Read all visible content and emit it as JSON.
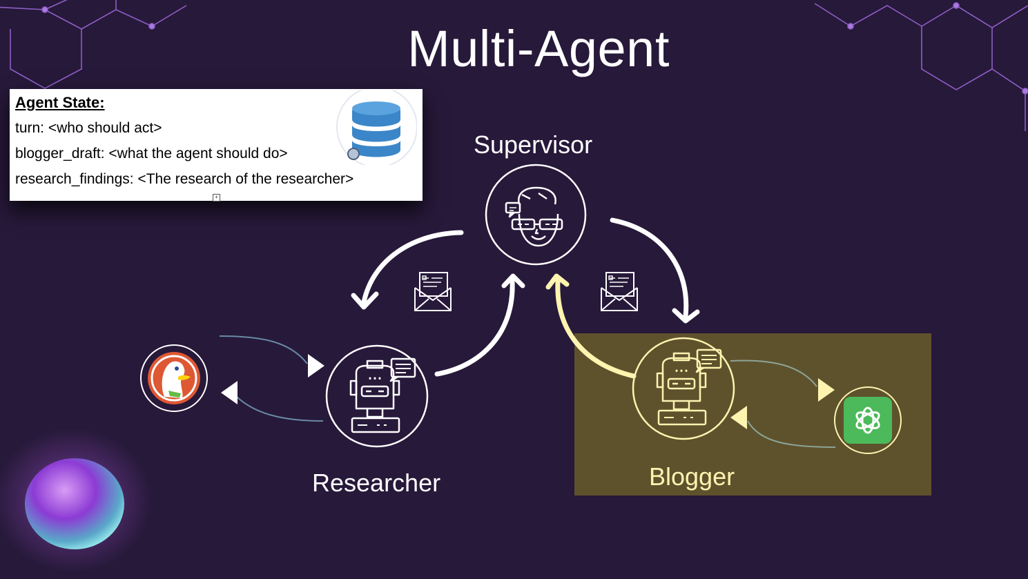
{
  "title": "Multi-Agent",
  "agent_state": {
    "heading": "Agent State:",
    "lines": [
      "turn: <who should act>",
      "blogger_draft: <what the agent should do>",
      "research_findings: <The research of the researcher>"
    ],
    "icon": "database-icon"
  },
  "agents": {
    "supervisor": {
      "label": "Supervisor"
    },
    "researcher": {
      "label": "Researcher"
    },
    "blogger": {
      "label": "Blogger"
    }
  },
  "tools": {
    "search": {
      "icon": "duckduckgo-icon"
    },
    "llm": {
      "icon": "openai-icon"
    }
  },
  "colors": {
    "background": "#27193a",
    "highlight": "#5e522d",
    "highlight_stroke": "#fdf4b0",
    "stroke": "#ffffff",
    "hexagon": "#8f5fc7",
    "connector": "#6a8aa6"
  }
}
